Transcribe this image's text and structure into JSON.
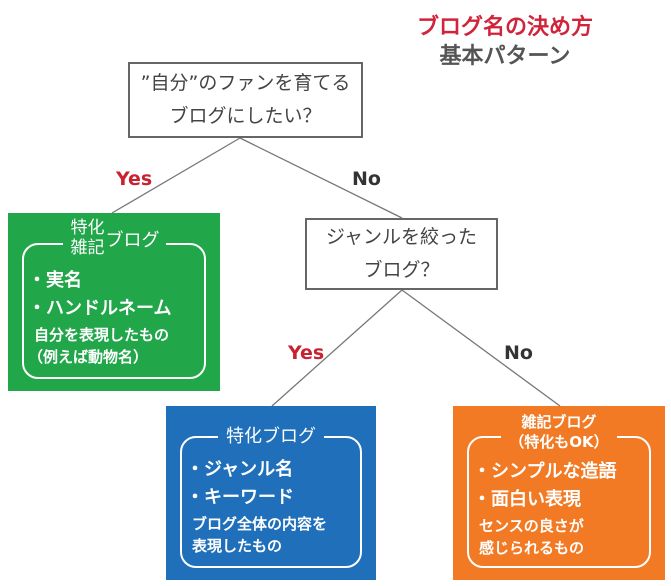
{
  "title": {
    "line1": "ブログ名の決め方",
    "line2": "基本パターン"
  },
  "q1": {
    "line1": "”自分”のファンを育てる",
    "line2": "ブログにしたい？"
  },
  "q2": {
    "line1": "ジャンルを絞った",
    "line2": "ブログ？"
  },
  "labels": {
    "yes1": "Yes",
    "no1": "No",
    "yes2": "Yes",
    "no2": "No"
  },
  "green": {
    "head_a": "特化",
    "head_b": "雑記",
    "head_c": "ブログ",
    "items": [
      "・実名",
      "・ハンドルネーム"
    ],
    "note_lines": [
      "自分を表現したもの",
      "（例えば動物名）"
    ]
  },
  "blue": {
    "head": "特化ブログ",
    "items": [
      "・ジャンル名",
      "・キーワード"
    ],
    "note_lines": [
      "ブログ全体の内容を",
      "表現したもの"
    ]
  },
  "orange": {
    "head_line1": "雑記ブログ",
    "head_line2": "（特化もOK）",
    "items": [
      "・シンプルな造語",
      "・面白い表現"
    ],
    "note_lines": [
      "センスの良さが",
      "感じられるもの"
    ]
  },
  "colors": {
    "red": "#d0243a",
    "green": "#22a64a",
    "blue": "#1f6fba",
    "orange": "#f27a24"
  }
}
